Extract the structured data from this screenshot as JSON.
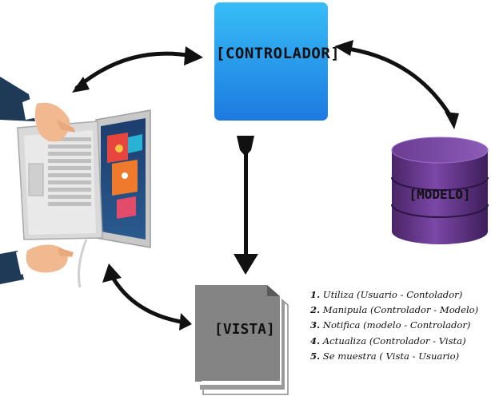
{
  "controller": {
    "label": "[CONTROLADOR]"
  },
  "model": {
    "label": "[MODELO]"
  },
  "view": {
    "label": "[VISTA]"
  },
  "steps": [
    {
      "num": "1.",
      "text": " Utiliza (Usuario - Contolador)"
    },
    {
      "num": "2.",
      "text": " Manipula (Controlador - Modelo)"
    },
    {
      "num": "3.",
      "text": " Notifica (modelo - Controlador)"
    },
    {
      "num": "4.",
      "text": " Actualiza (Controlador - Vista)"
    },
    {
      "num": "5.",
      "text": " Se muestra ( Vista - Usuario)"
    }
  ],
  "colors": {
    "controller_top": "#35b8f5",
    "controller_bottom": "#1e7fe0",
    "model_purple": "#6b3b96",
    "model_dark": "#42205f",
    "view_gray": "#808080",
    "arrow": "#111111"
  }
}
